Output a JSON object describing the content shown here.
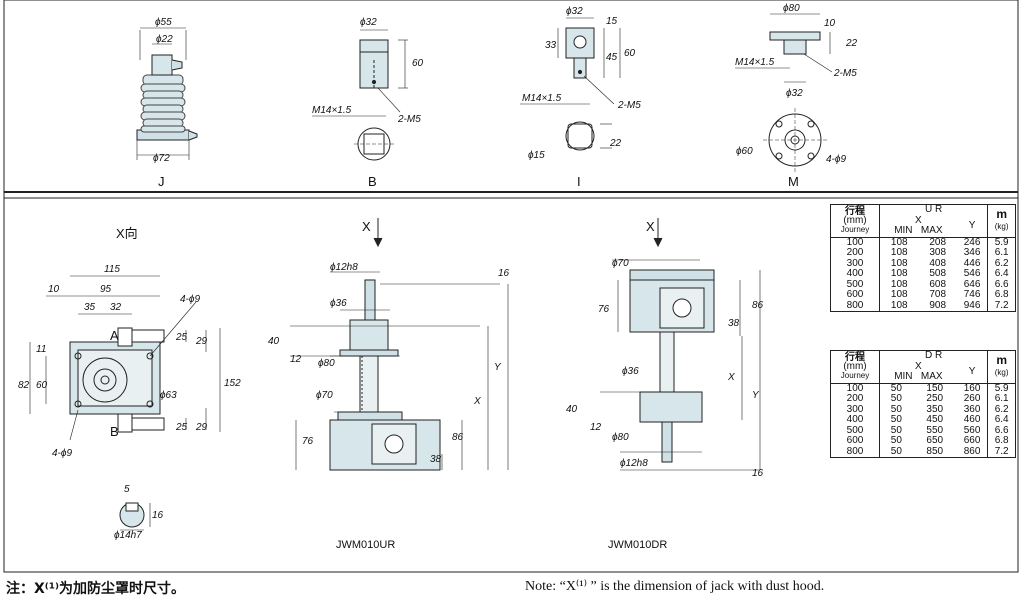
{
  "top_views": {
    "J": {
      "label": "J",
      "dims": [
        "ϕ55",
        "ϕ22",
        "ϕ72"
      ]
    },
    "B": {
      "label": "B",
      "dims": [
        "ϕ32",
        "60",
        "M14×1.5",
        "2-M5"
      ]
    },
    "I": {
      "label": "I",
      "dims": [
        "ϕ32",
        "33",
        "15",
        "45",
        "60",
        "M14×1.5",
        "2-M5",
        "ϕ15",
        "22"
      ]
    },
    "M": {
      "label": "M",
      "dims": [
        "ϕ80",
        "10",
        "22",
        "M14×1.5",
        "2-M5",
        "ϕ32",
        "ϕ60",
        "4-ϕ9"
      ]
    }
  },
  "xview": {
    "title": "X向",
    "dims": [
      "115",
      "10",
      "95",
      "35",
      "32",
      "4-ϕ9",
      "A",
      "B",
      "11",
      "82",
      "60",
      "ϕ63",
      "152",
      "25",
      "29",
      "25",
      "29",
      "4-ϕ9"
    ],
    "key_dims": [
      "5",
      "16",
      "ϕ14h7"
    ]
  },
  "ur": {
    "arrow": "X",
    "model": "JWM010UR",
    "dims": [
      "ϕ12h8",
      "16",
      "ϕ36",
      "40",
      "12",
      "ϕ80",
      "ϕ70",
      "Y",
      "X",
      "76",
      "86",
      "38"
    ]
  },
  "dr": {
    "arrow": "X",
    "model": "JWM010DR",
    "dims": [
      "ϕ70",
      "76",
      "86",
      "38",
      "ϕ36",
      "X",
      "Y",
      "40",
      "12",
      "ϕ80",
      "ϕ12h8",
      "16"
    ]
  },
  "table_ur": {
    "col1": "行程",
    "col1b": "(mm)",
    "col1c": "Journey",
    "group": "U R",
    "x": "X",
    "min": "MIN",
    "max": "MAX",
    "y": "Y",
    "m": "m",
    "kg": "(kg)",
    "rows": [
      [
        "100",
        "108",
        "208",
        "246",
        "5.9"
      ],
      [
        "200",
        "108",
        "308",
        "346",
        "6.1"
      ],
      [
        "300",
        "108",
        "408",
        "446",
        "6.2"
      ],
      [
        "400",
        "108",
        "508",
        "546",
        "6.4"
      ],
      [
        "500",
        "108",
        "608",
        "646",
        "6.6"
      ],
      [
        "600",
        "108",
        "708",
        "746",
        "6.8"
      ],
      [
        "800",
        "108",
        "908",
        "946",
        "7.2"
      ]
    ]
  },
  "table_dr": {
    "col1": "行程",
    "col1b": "(mm)",
    "col1c": "Journey",
    "group": "D R",
    "x": "X",
    "min": "MIN",
    "max": "MAX",
    "y": "Y",
    "m": "m",
    "kg": "(kg)",
    "rows": [
      [
        "100",
        "50",
        "150",
        "160",
        "5.9"
      ],
      [
        "200",
        "50",
        "250",
        "260",
        "6.1"
      ],
      [
        "300",
        "50",
        "350",
        "360",
        "6.2"
      ],
      [
        "400",
        "50",
        "450",
        "460",
        "6.4"
      ],
      [
        "500",
        "50",
        "550",
        "560",
        "6.6"
      ],
      [
        "600",
        "50",
        "650",
        "660",
        "6.8"
      ],
      [
        "800",
        "50",
        "850",
        "860",
        "7.2"
      ]
    ]
  },
  "note_cn": "注：X⁽¹⁾为加防尘罩时尺寸。",
  "note_en": "Note: “X⁽¹⁾ ” is the dimension of jack with dust hood."
}
